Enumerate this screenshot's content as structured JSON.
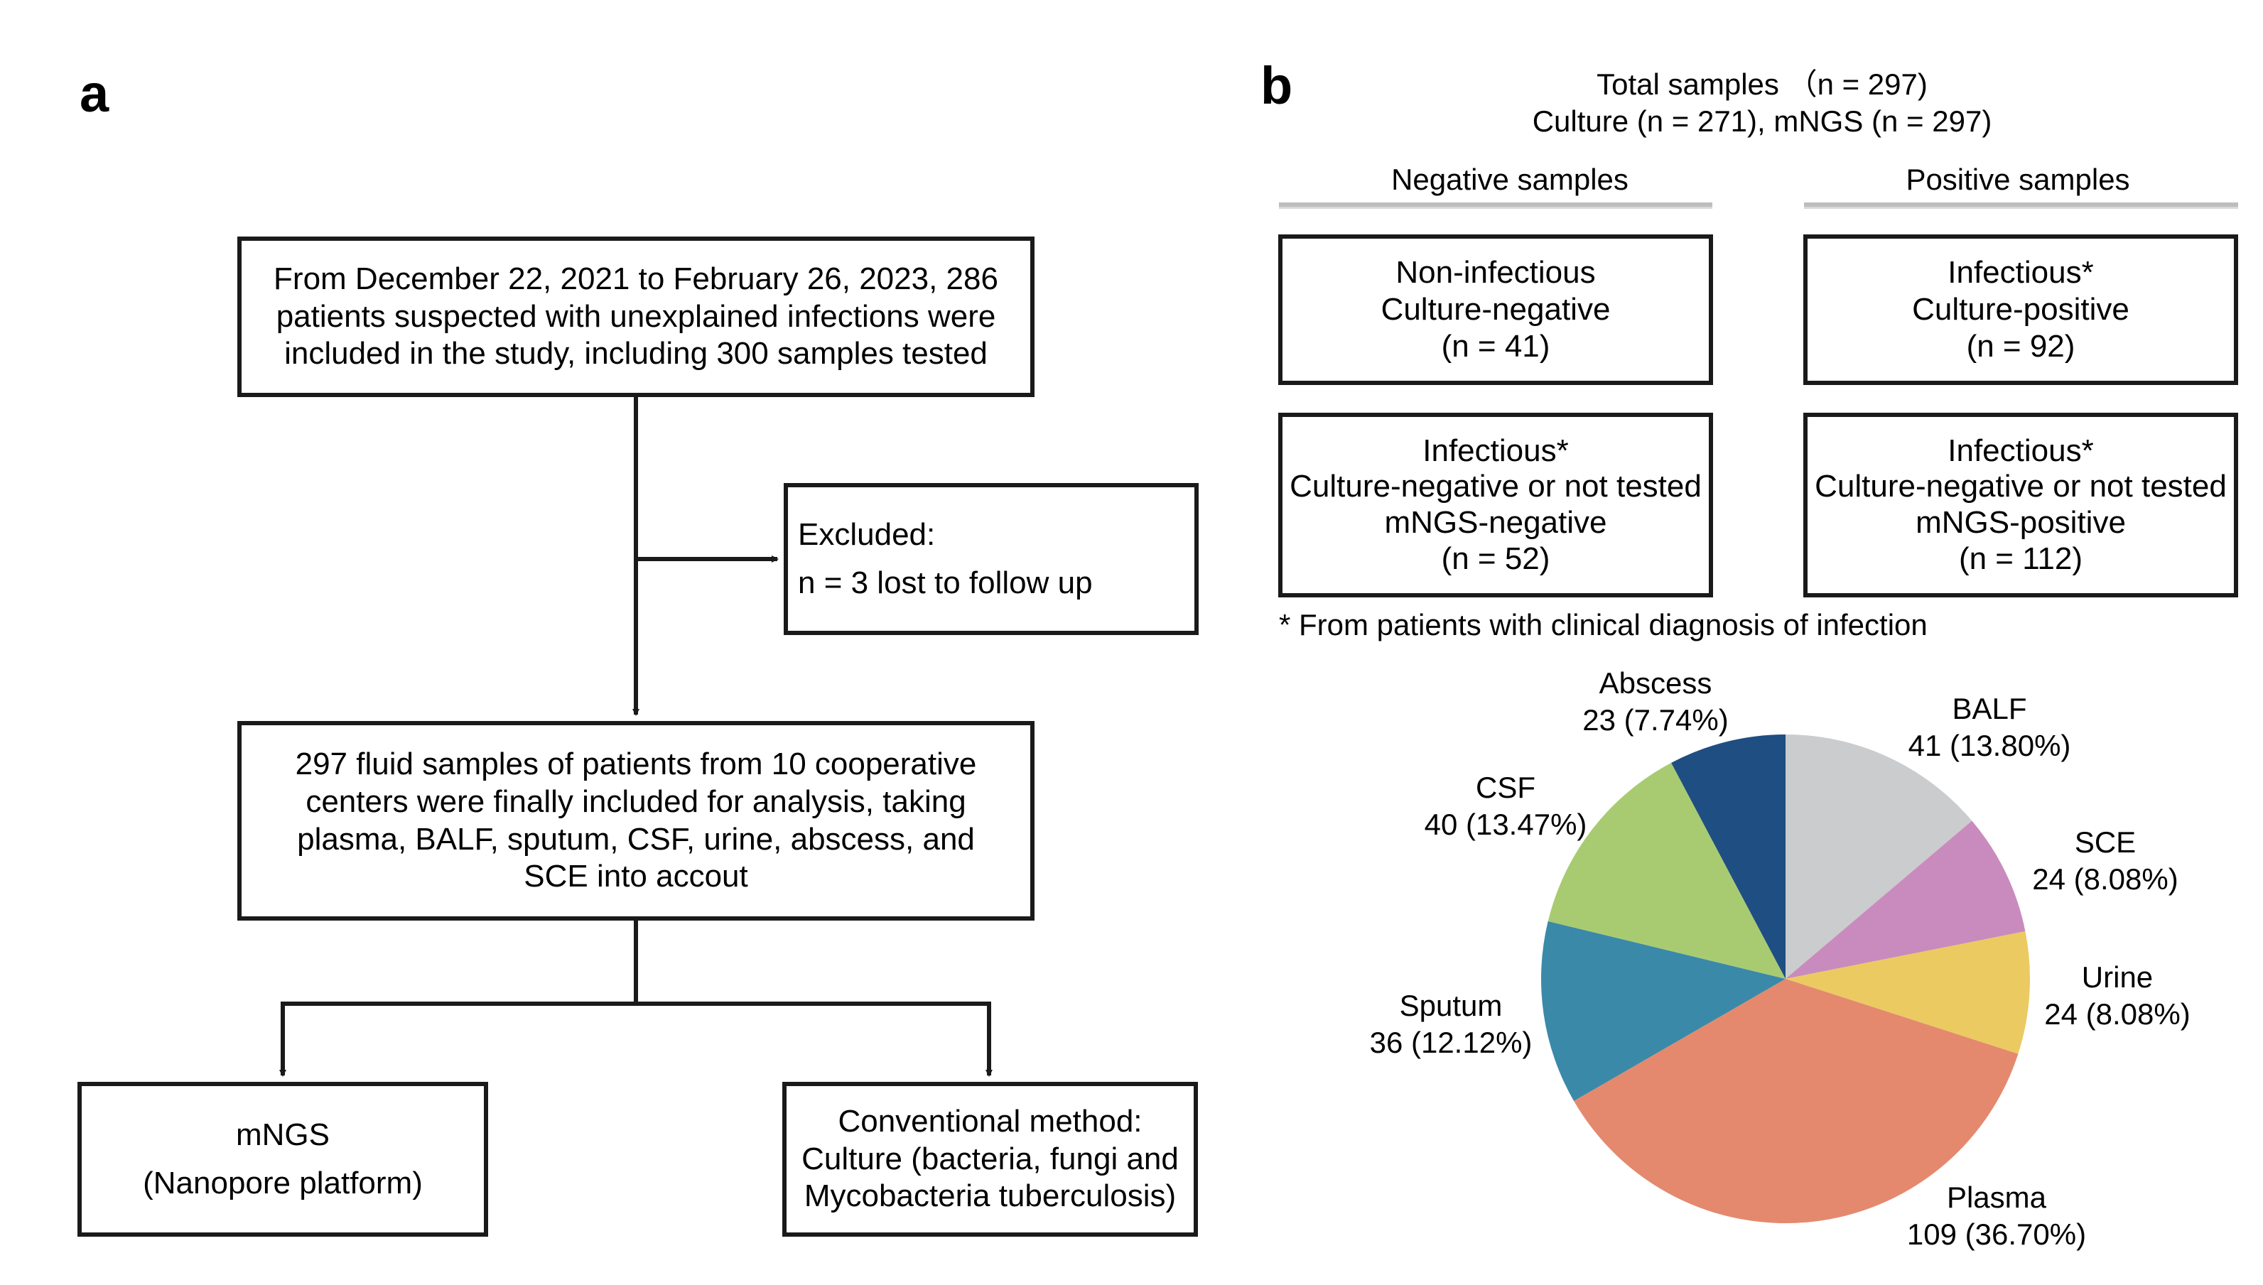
{
  "panel_a": {
    "letter": "a",
    "intro_box": [
      "From December 22, 2021 to February 26, 2023, 286",
      "patients suspected with unexplained infections were",
      "included in the study, including 300 samples tested"
    ],
    "excluded_box": [
      "Excluded:",
      "n  =  3  lost to follow up"
    ],
    "included_box": [
      "297 fluid samples of patients from 10 cooperative",
      "centers were finally included for analysis, taking",
      "plasma, BALF, sputum, CSF, urine, abscess, and",
      "SCE into accout"
    ],
    "mngs_box": [
      "mNGS",
      "(Nanopore platform)"
    ],
    "conventional_box": [
      "Conventional method:",
      "Culture (bacteria, fungi and",
      "Mycobacteria tuberculosis)"
    ]
  },
  "panel_b": {
    "letter": "b",
    "total_line": "Total  samples （n = 297)",
    "culture_line": "Culture (n = 271), mNGS (n = 297)",
    "negative_header": "Negative samples",
    "positive_header": "Positive samples",
    "boxes": {
      "neg1": [
        "Non-infectious",
        "Culture-negative",
        "(n = 41)"
      ],
      "pos1": [
        "Infectious*",
        "Culture-positive",
        "(n = 92)"
      ],
      "neg2": [
        "Infectious*",
        "Culture-negative or not tested",
        "mNGS-negative",
        "(n = 52)"
      ],
      "pos2": [
        "Infectious*",
        "Culture-negative or not tested",
        "mNGS-positive",
        "(n = 112)"
      ]
    },
    "footnote": "* From patients with clinical diagnosis of infection"
  },
  "chart_data": {
    "type": "pie",
    "slices": [
      {
        "label": "BALF",
        "value": 41,
        "text": "41 (13.80%)",
        "color": "#cbcccd"
      },
      {
        "label": "SCE",
        "value": 24,
        "text": "24 (8.08%)",
        "color": "#c98bbd"
      },
      {
        "label": "Urine",
        "value": 24,
        "text": "24 (8.08%)",
        "color": "#ebca62"
      },
      {
        "label": "Plasma",
        "value": 109,
        "text": "109 (36.70%)",
        "color": "#e4896e"
      },
      {
        "label": "Sputum",
        "value": 36,
        "text": "36 (12.12%)",
        "color": "#3b89a8"
      },
      {
        "label": "CSF",
        "value": 40,
        "text": "40 (13.47%)",
        "color": "#a8cb72"
      },
      {
        "label": "Abscess",
        "value": 23,
        "text": "23 (7.74%)",
        "color": "#1f4e82"
      }
    ]
  }
}
